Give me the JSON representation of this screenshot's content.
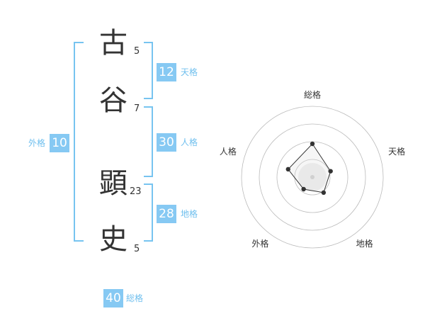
{
  "name_chars": [
    {
      "char": "古",
      "strokes": "5"
    },
    {
      "char": "谷",
      "strokes": "7"
    },
    {
      "char": "顕",
      "strokes": "23"
    },
    {
      "char": "史",
      "strokes": "5"
    }
  ],
  "scores": {
    "tenkaku": {
      "value": "12",
      "label": "天格"
    },
    "jinkaku": {
      "value": "30",
      "label": "人格"
    },
    "chikaku": {
      "value": "28",
      "label": "地格"
    },
    "gaikaku": {
      "value": "10",
      "label": "外格"
    },
    "soukaku": {
      "value": "40",
      "label": "総格"
    }
  },
  "colors": {
    "accent": "#86c9f3",
    "bracket": "#77c4f0",
    "label": "#6fbfee"
  },
  "chart_data": {
    "type": "radar",
    "axes": [
      "総格",
      "天格",
      "地格",
      "外格",
      "人格"
    ],
    "values": [
      0.47,
      0.27,
      0.27,
      0.21,
      0.36
    ],
    "range": [
      0,
      1
    ],
    "rings": 4
  }
}
